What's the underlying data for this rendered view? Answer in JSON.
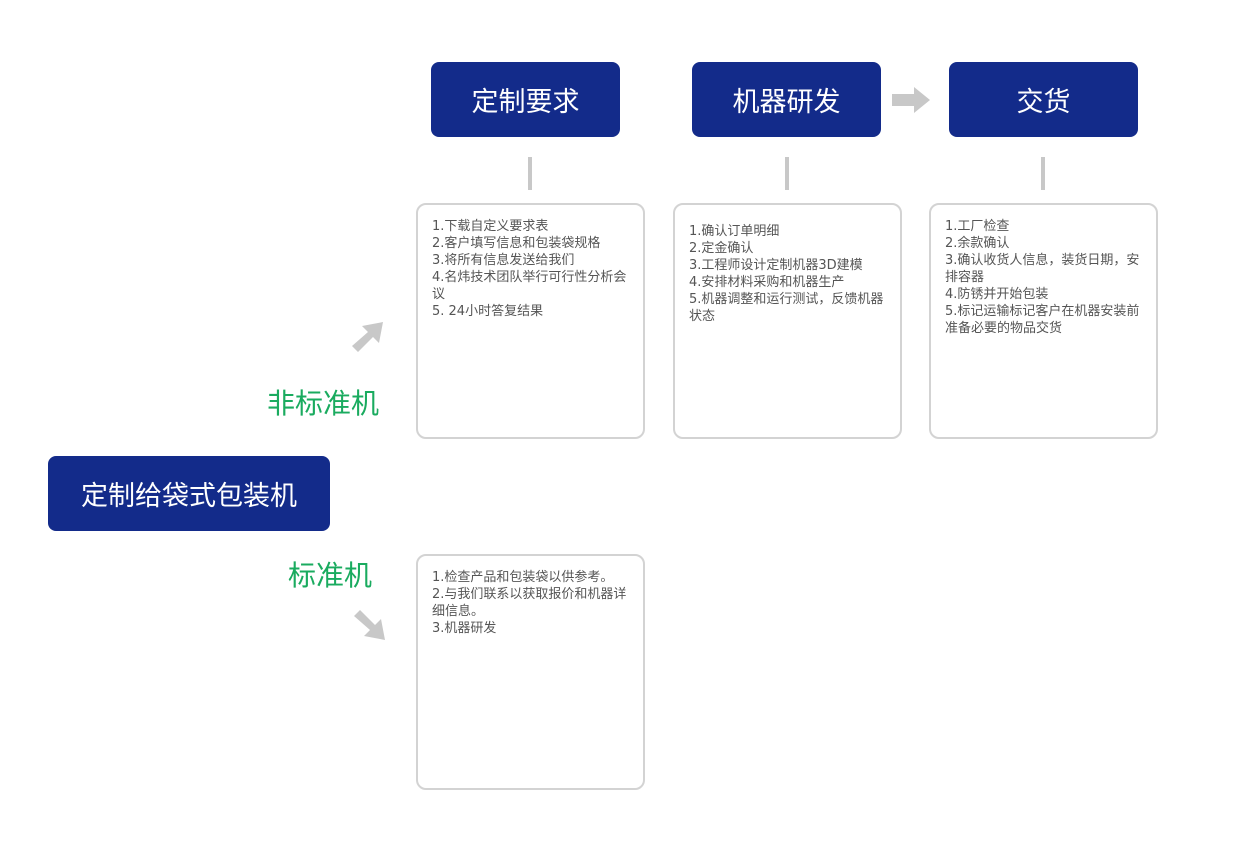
{
  "main_node": "定制给袋式包装机",
  "branches": {
    "non_standard": "非标准机",
    "standard": "标准机"
  },
  "steps": [
    {
      "title": "定制要求",
      "items": [
        "1.下载自定义要求表",
        "2.客户填写信息和包装袋规格",
        "3.将所有信息发送给我们",
        "4.名炜技术团队举行可行性分析会议",
        "5. 24小时答复结果"
      ]
    },
    {
      "title": "机器研发",
      "items": [
        "1.确认订单明细",
        "2.定金确认",
        "3.工程师设计定制机器3D建模",
        "4.安排材料采购和机器生产",
        "5.机器调整和运行测试，反馈机器状态"
      ]
    },
    {
      "title": "交货",
      "items": [
        "1.工厂检查",
        "2.余款确认",
        "3.确认收货人信息，装货日期，安排容器",
        "4.防锈并开始包装",
        "5.标记运输标记客户在机器安装前准备必要的物品交货"
      ]
    }
  ],
  "standard_box": {
    "items": [
      "1.检查产品和包装袋以供参考。",
      "2.与我们联系以获取报价和机器详细信息。",
      "3.机器研发"
    ]
  },
  "colors": {
    "primary": "#132b8a",
    "green": "#1aab5f",
    "gray": "#c8c8c8"
  }
}
